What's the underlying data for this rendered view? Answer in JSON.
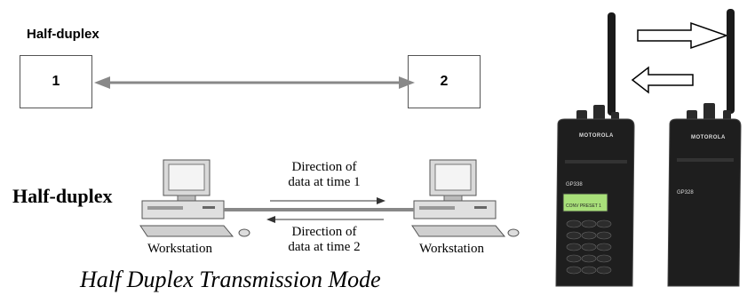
{
  "top_diagram": {
    "title": "Half-duplex",
    "node_left": "1",
    "node_right": "2"
  },
  "bottom_diagram": {
    "title": "Half-duplex",
    "direction_1": [
      "Direction of",
      "data at time 1"
    ],
    "direction_2": [
      "Direction of",
      "data at time 2"
    ],
    "workstation_left": "Workstation",
    "workstation_right": "Workstation"
  },
  "caption": "Half Duplex Transmission Mode",
  "radios": {
    "brand": "MOTOROLA",
    "left_model": "GP338",
    "right_model": "GP328",
    "screen_text": [
      "CONV PRESET 1"
    ]
  },
  "colors": {
    "line": "#888888",
    "radio_body": "#1e1e1e",
    "screen": "#a9e07a",
    "arrow_outline": "#000000"
  }
}
